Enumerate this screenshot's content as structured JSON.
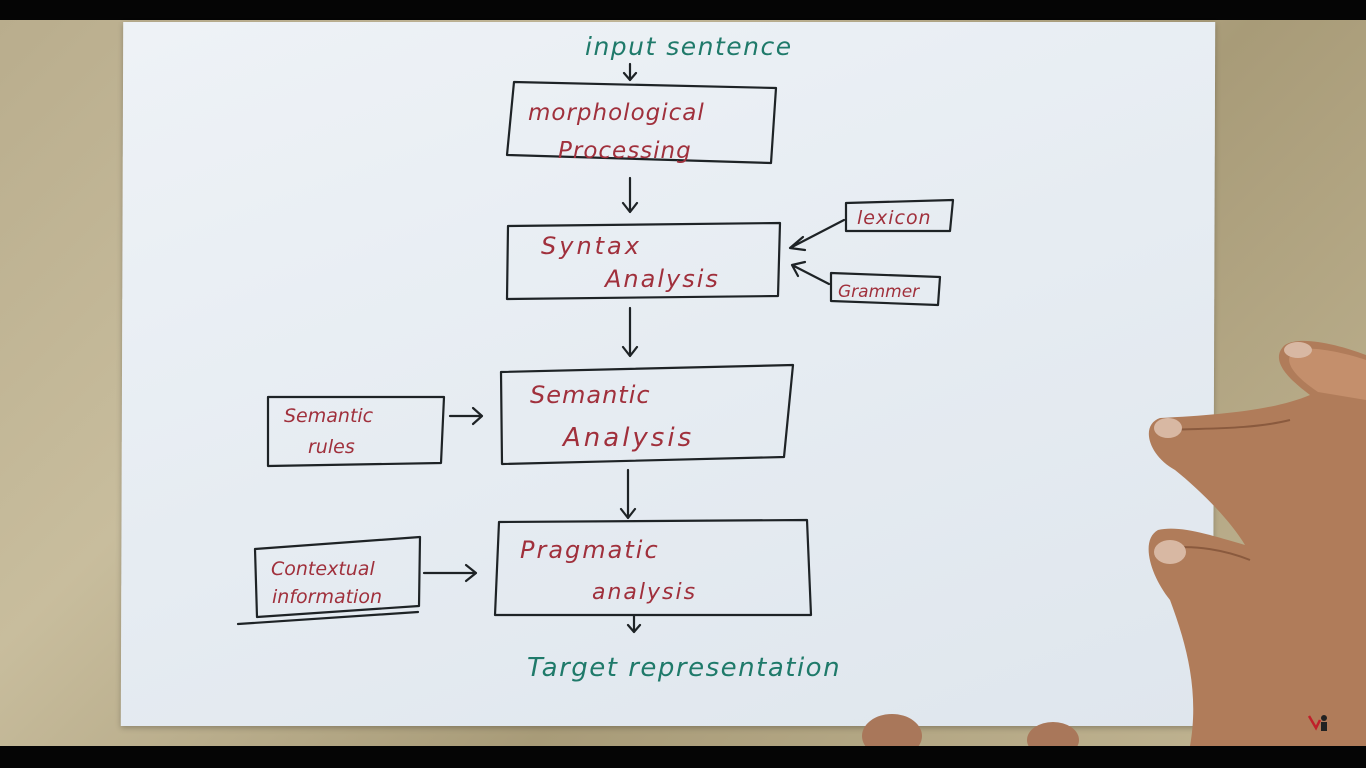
{
  "diagram": {
    "input_label": "input sentence",
    "output_label": "Target representation",
    "boxes": {
      "morphological": {
        "line1": "morphological",
        "line2": "Processing"
      },
      "syntax": {
        "line1": "Syntax",
        "line2": "Analysis"
      },
      "semantic": {
        "line1": "Semantic",
        "line2": "Analysis"
      },
      "pragmatic": {
        "line1": "Pragmatic",
        "line2": "analysis"
      }
    },
    "side_inputs": {
      "lexicon": "lexicon",
      "grammer": "Grammer",
      "semantic_rules": {
        "line1": "Semantic",
        "line2": "rules"
      },
      "contextual": {
        "line1": "Contextual",
        "line2": "information"
      }
    }
  },
  "colors": {
    "label_green": "#1f7a6a",
    "label_red": "#a0303c",
    "ink": "#1e2326"
  },
  "icons": {
    "hand": "hand-icon",
    "channel_logo": "channel-logo-icon"
  }
}
